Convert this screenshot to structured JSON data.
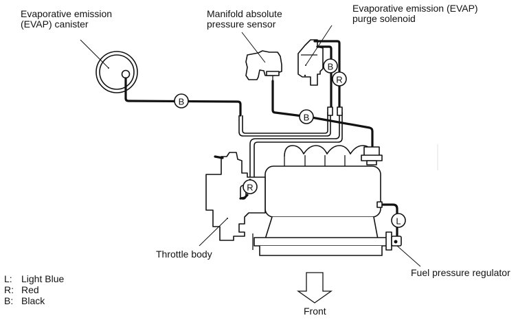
{
  "labels": {
    "evap_canister": "Evaporative emission\n(EVAP) canister",
    "map_sensor": "Manifold absolute\npressure sensor",
    "purge_solenoid": "Evaporative emission (EVAP)\npurge solenoid",
    "throttle_body": "Throttle body",
    "fuel_pressure_regulator": "Fuel pressure regulator",
    "front": "Front"
  },
  "legend": [
    {
      "key": "L:",
      "value": "Light Blue"
    },
    {
      "key": "R:",
      "value": "Red"
    },
    {
      "key": "B:",
      "value": "Black"
    }
  ],
  "hose_tags": {
    "canister_line": "B",
    "solenoid_line_1": "B",
    "solenoid_line_2": "R",
    "map_line": "B",
    "throttle_line": "R",
    "regulator_line": "L"
  },
  "colors": {
    "ink": "#111111",
    "background": "#ffffff"
  }
}
